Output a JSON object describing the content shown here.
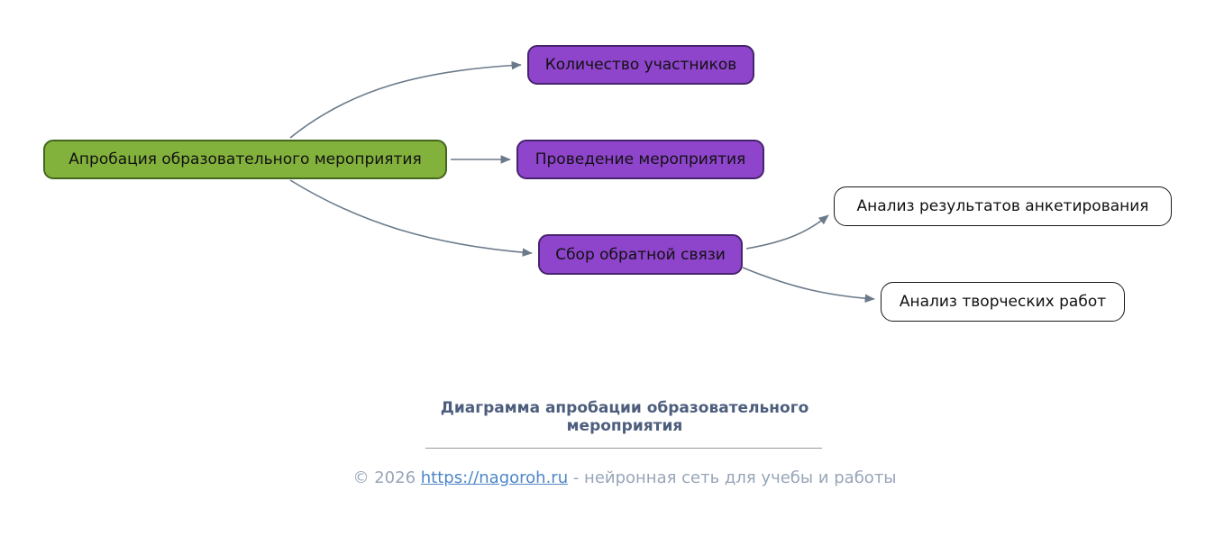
{
  "diagram": {
    "nodes": [
      {
        "id": "root",
        "label": "Апробация образовательного мероприятия",
        "type": "green"
      },
      {
        "id": "participants",
        "label": "Количество участников",
        "type": "purple"
      },
      {
        "id": "event",
        "label": "Проведение мероприятия",
        "type": "purple"
      },
      {
        "id": "feedback",
        "label": "Сбор обратной связи",
        "type": "purple"
      },
      {
        "id": "survey-analysis",
        "label": "Анализ результатов анкетирования",
        "type": "white"
      },
      {
        "id": "works-analysis",
        "label": "Анализ творческих работ",
        "type": "white"
      }
    ],
    "edges": [
      {
        "from": "root",
        "to": "participants"
      },
      {
        "from": "root",
        "to": "event"
      },
      {
        "from": "root",
        "to": "feedback"
      },
      {
        "from": "feedback",
        "to": "survey-analysis"
      },
      {
        "from": "feedback",
        "to": "works-analysis"
      }
    ]
  },
  "caption": {
    "title": "Диаграмма апробации образовательного мероприятия"
  },
  "footer": {
    "prefix": "© 2026 ",
    "link": "https://nagoroh.ru",
    "suffix": " - нейронная сеть для учебы и работы"
  },
  "colors": {
    "green-fill": "#83b23c",
    "green-border": "#44661d",
    "purple-fill": "#8e44cb",
    "purple-border": "#47246e",
    "white-fill": "#ffffff",
    "white-border": "#1a1a1a",
    "arrow-color": "#6b7a8a",
    "caption-color": "#4d5e7d",
    "footer-color": "#97a5b8",
    "link-color": "#4d86c8"
  }
}
